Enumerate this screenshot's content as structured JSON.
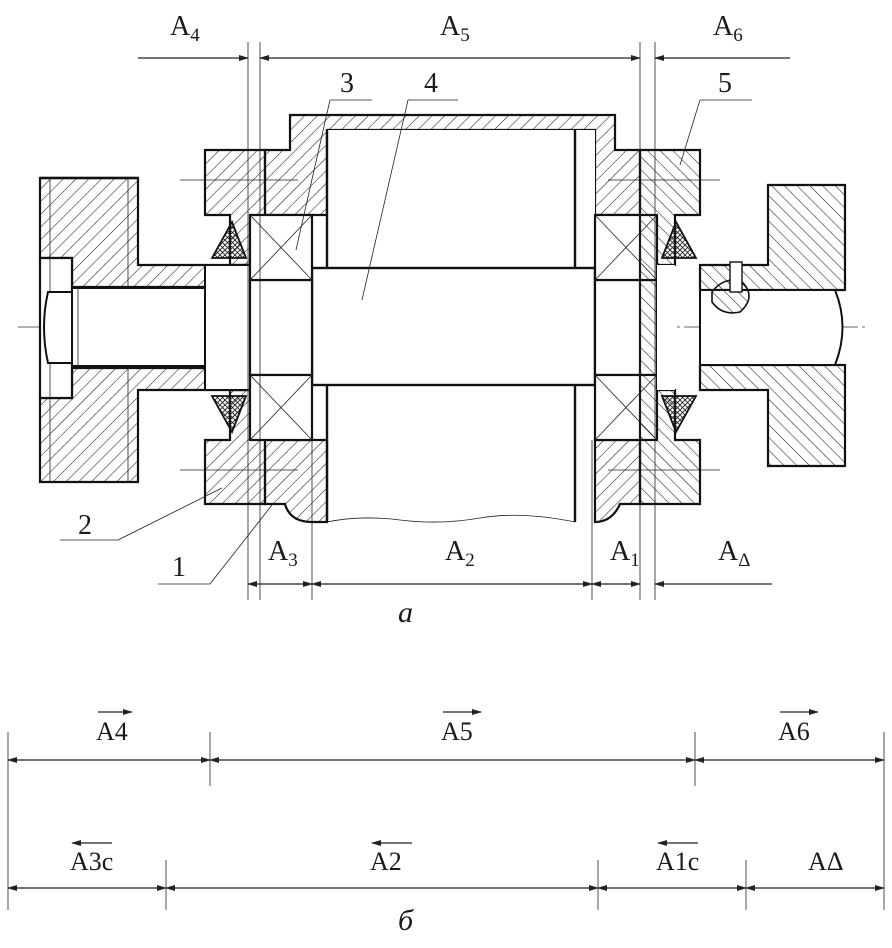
{
  "part_a": {
    "top_dims": {
      "a4": "A",
      "a4_sub": "4",
      "a5": "A",
      "a5_sub": "5",
      "a6": "A",
      "a6_sub": "6"
    },
    "bottom_dims": {
      "a3": "A",
      "a3_sub": "3",
      "a2": "A",
      "a2_sub": "2",
      "a1": "A",
      "a1_sub": "1",
      "ad": "A",
      "ad_sub": "Δ"
    },
    "callouts": {
      "c1": "1",
      "c2": "2",
      "c3": "3",
      "c4": "4",
      "c5": "5"
    },
    "caption": "а"
  },
  "part_b": {
    "row1": {
      "a4": "A4",
      "a5": "A5",
      "a6": "A6"
    },
    "row2": {
      "a3c": "A3c",
      "a2": "A2",
      "a1c": "A1c",
      "ad": "AΔ"
    },
    "caption": "б"
  }
}
